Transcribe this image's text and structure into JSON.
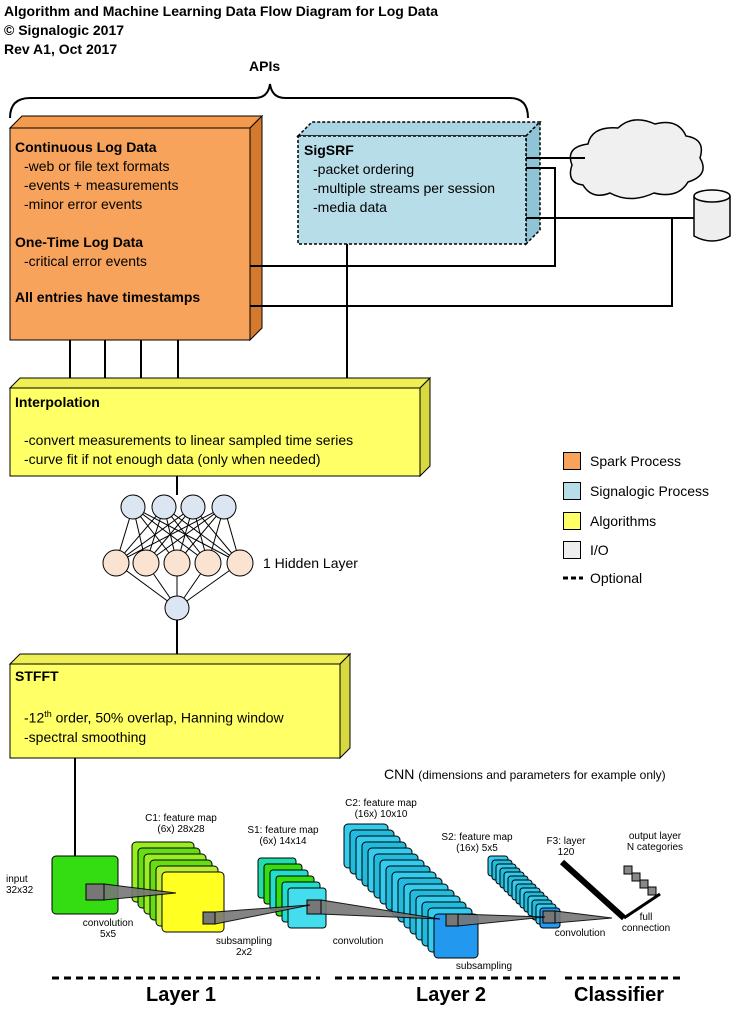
{
  "header": {
    "title": "Algorithm and Machine Learning Data Flow Diagram for Log Data",
    "copyright": "© Signalogic 2017",
    "revision": "Rev A1, Oct 2017"
  },
  "apis_label": "APIs",
  "log_box": {
    "continuous_title": "Continuous Log Data",
    "continuous_items": [
      "-web or file text formats",
      "-events + measurements",
      "-minor error events"
    ],
    "onetime_title": "One-Time Log Data",
    "onetime_items": [
      "-critical error events"
    ],
    "timestamps": "All entries have timestamps"
  },
  "sigsrf_box": {
    "title": "SigSRF",
    "items": [
      "-packet ordering",
      "-multiple streams per session",
      "-media data"
    ]
  },
  "interp_box": {
    "title": "Interpolation",
    "items": [
      "-convert measurements to linear sampled time series",
      "-curve fit if not enough data (only when needed)"
    ]
  },
  "nn": {
    "hidden_label": "1 Hidden Layer"
  },
  "stft_box": {
    "title": "STFFT",
    "line1_prefix": "-12",
    "line1_sup": "th",
    "line1_suffix": " order, 50% overlap, Hanning window",
    "line2": "-spectral smoothing"
  },
  "legend": [
    {
      "label": "Spark Process",
      "color": "#f7a35c"
    },
    {
      "label": "Signalogic Process",
      "color": "#b7dde8"
    },
    {
      "label": "Algorithms",
      "color": "#ffff66"
    },
    {
      "label": "I/O",
      "color": "#eeeeee"
    },
    {
      "label": "Optional",
      "color": "#000000"
    }
  ],
  "cnn": {
    "title": "CNN",
    "subtitle": "(dimensions and parameters for example only)",
    "input": [
      "input",
      "32x32"
    ],
    "c1": [
      "C1: feature map",
      "(6x) 28x28"
    ],
    "s1": [
      "S1: feature map",
      "(6x) 14x14"
    ],
    "c2": [
      "C2: feature map",
      "(16x) 10x10"
    ],
    "s2": [
      "S2: feature map",
      "(16x) 5x5"
    ],
    "f3": [
      "F3: layer",
      "120"
    ],
    "output": [
      "output layer",
      "N categories"
    ],
    "conv1": [
      "convolution",
      "5x5"
    ],
    "sub1": [
      "subsampling",
      "2x2"
    ],
    "conv2": "convolution",
    "sub2": "subsampling",
    "conv3": "convolution",
    "full": [
      "full",
      "connection"
    ]
  },
  "layers": [
    "Layer 1",
    "Layer 2",
    "Classifier"
  ]
}
